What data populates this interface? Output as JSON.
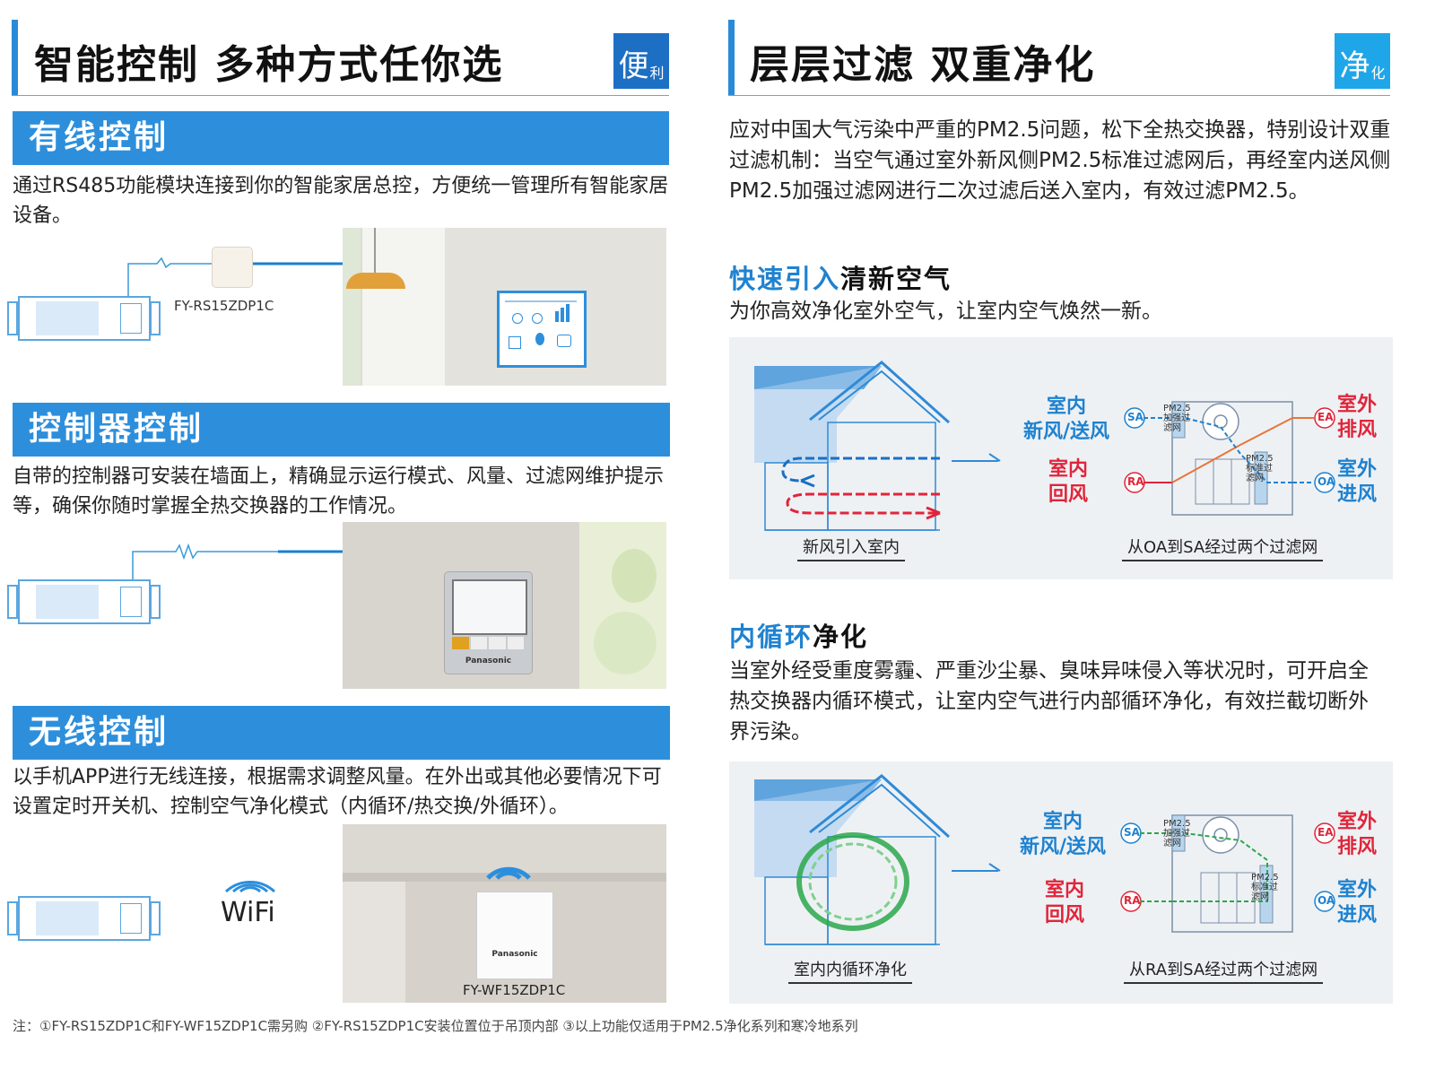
{
  "left": {
    "title": "智能控制 多种方式任你选",
    "badge": {
      "big": "便",
      "small": "利",
      "color": "#1d6fc4"
    },
    "sections": [
      {
        "title": "有线控制",
        "desc": "通过RS485功能模块连接到你的智能家居总控，方便统一管理所有智能家居设备。",
        "model": "FY-RS15ZDP1C"
      },
      {
        "title": "控制器控制",
        "desc": "自带的控制器可安装在墙面上，精确显示运行模式、风量、过滤网维护提示等，确保你随时掌握全热交换器的工作情况。",
        "brand": "Panasonic"
      },
      {
        "title": "无线控制",
        "desc": "以手机APP进行无线连接，根据需求调整风量。在外出或其他必要情况下可设置定时开关机、控制空气净化模式（内循环/热交换/外循环）。",
        "wifi": "WiFi",
        "model": "FY-WF15ZDP1C",
        "brand": "Panasonic"
      }
    ]
  },
  "right": {
    "title": "层层过滤 双重净化",
    "badge": {
      "big": "净",
      "small": "化",
      "color": "#1fa6e8"
    },
    "intro": "应对中国大气污染中严重的PM2.5问题，松下全热交换器，特别设计双重过滤机制：当空气通过室外新风侧PM2.5标准过滤网后，再经室内送风侧PM2.5加强过滤网进行二次过滤后送入室内，有效过滤PM2.5。",
    "fast": {
      "title_blue": "快速引入",
      "title_dark": "清新空气",
      "desc": "为你高效净化室外空气，让室内空气焕然一新。",
      "cap_house": "新风引入室内",
      "cap_unit": "从OA到SA经过两个过滤网"
    },
    "loop": {
      "title_blue": "内循环",
      "title_dark": "净化",
      "desc": "当室外经受重度雾霾、严重沙尘暴、臭味异味侵入等状况时，可开启全热交换器内循环模式，让室内空气进行内部循环净化，有效拦截切断外界污染。",
      "cap_house": "室内内循环净化",
      "cap_unit": "从RA到SA经过两个过滤网"
    },
    "labels": {
      "indoor": "室内",
      "supply": "新风/送风",
      "return": "回风",
      "outdoor": "室外",
      "exhaust": "排风",
      "intake": "进风",
      "sa": "SA",
      "ra": "RA",
      "ea": "EA",
      "oa": "OA",
      "filter_strong": "PM2.5加强过滤网",
      "filter_std": "PM2.5标准过滤网"
    }
  },
  "footnote": "注：①FY-RS15ZDP1C和FY-WF15ZDP1C需另购 ②FY-RS15ZDP1C安装位置位于吊顶内部 ③以上功能仅适用于PM2.5净化系列和寒冷地系列",
  "colors": {
    "accent": "#2d8fdc",
    "red": "#e0253a",
    "green": "#2aa84a"
  }
}
